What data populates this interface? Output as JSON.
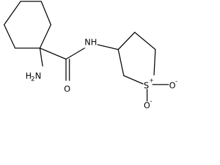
{
  "molecule": {
    "atoms": {
      "amino": {
        "text": "H",
        "subscript": "2",
        "element": "N"
      },
      "amide_n": "NH",
      "carbonyl_o": "O",
      "sulfur": "S",
      "sulfone_o_right": "O",
      "sulfone_o_bottom": "O",
      "charge_minus": "-",
      "charge_plus": "+"
    }
  }
}
